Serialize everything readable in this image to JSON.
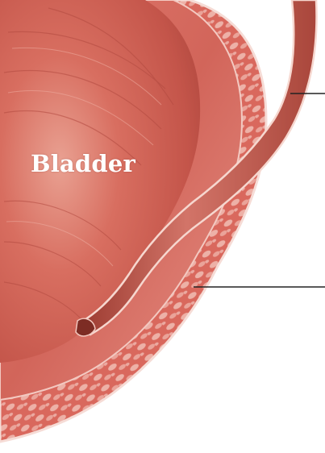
{
  "diagram": {
    "labels": {
      "bladder": "Bladder"
    },
    "leaders": [
      {
        "points_to": "ureter-tube"
      },
      {
        "points_to": "bladder-wall-layer"
      }
    ],
    "colors": {
      "bladder_interior": "#c9574c",
      "bladder_interior_light": "#e38a7c",
      "wall_tissue": "#d9665c",
      "wall_highlight": "#f3c2b8",
      "ureter": "#b94a3e",
      "leader_line": "#222222",
      "background": "#ffffff"
    }
  }
}
